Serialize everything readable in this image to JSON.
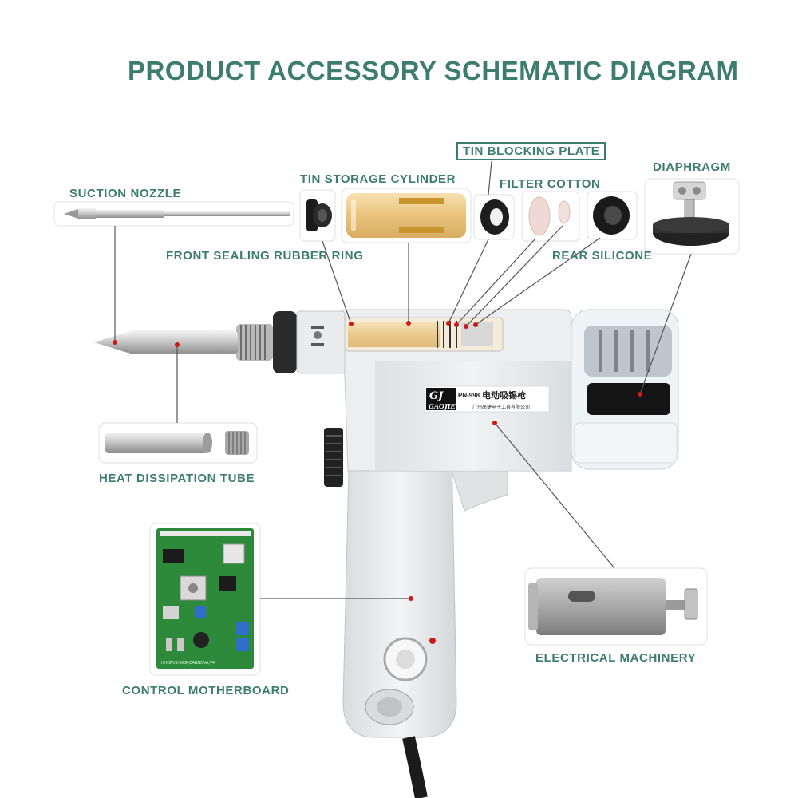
{
  "title": "PRODUCT ACCESSORY SCHEMATIC DIAGRAM",
  "labels": {
    "suction_nozzle": "SUCTION NOZZLE",
    "tin_storage_cylinder": "TIN STORAGE CYLINDER",
    "tin_blocking_plate": "TIN BLOCKING PLATE",
    "filter_cotton": "FILTER COTTON",
    "diaphragm": "DIAPHRAGM",
    "front_sealing_rubber_ring": "FRONT SEALING RUBBER RING",
    "rear_silicone": "REAR SILICONE",
    "heat_dissipation_tube": "HEAT DISSIPATION TUBE",
    "control_motherboard": "CONTROL MOTHERBOARD",
    "electrical_machinery": "ELECTRICAL MACHINERY"
  },
  "gun_branding": {
    "logo": "GJ",
    "model": "PN-998",
    "chinese_name": "电动吸锡枪",
    "brand": "GAOJIE",
    "company": "广州高捷电子工具有限公司"
  },
  "board_print": "HHCPVS-998P,CANNOVA,V4",
  "colors": {
    "accent": "#3d7d6f",
    "leader_line": "#555555",
    "pointer_dot": "#cc1a1a",
    "gun_body": "#e6e9ea",
    "pcb": "#2c8a3a"
  }
}
